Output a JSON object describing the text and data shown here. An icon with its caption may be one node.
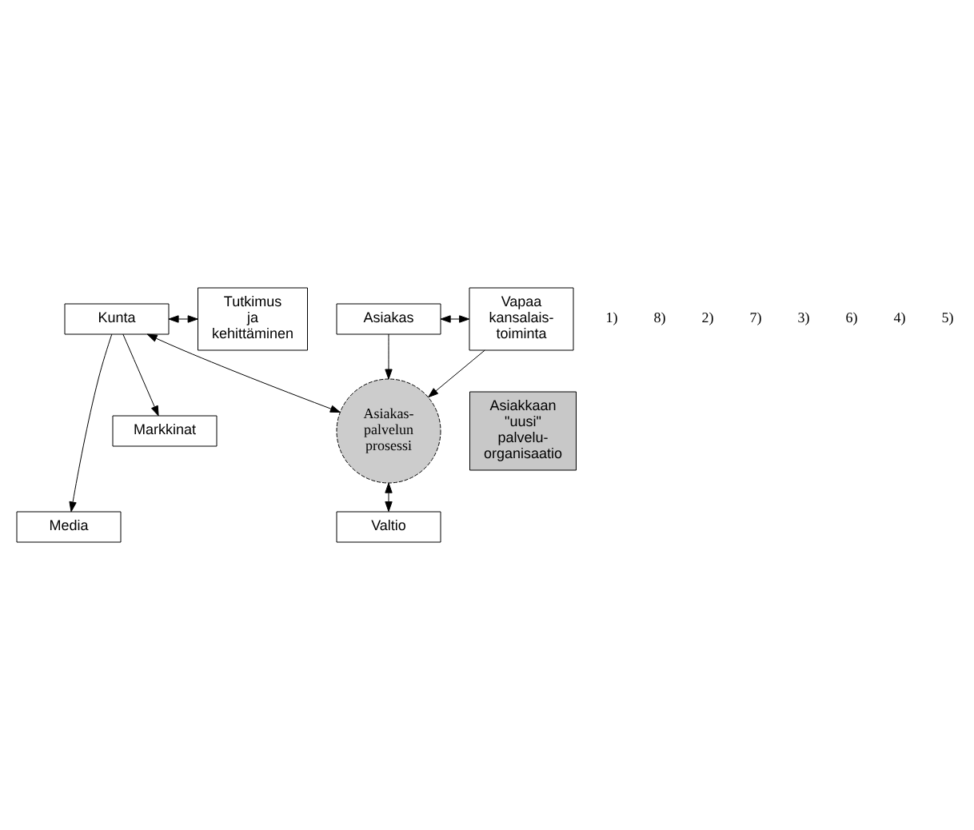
{
  "diagram": {
    "nodes": [
      {
        "text": [
          "Valtio"
        ]
      },
      {
        "text": [
          "Media"
        ]
      },
      {
        "text": [
          "Kunta"
        ]
      },
      {
        "text": [
          "Tutkimus ja kehittäminen"
        ]
      },
      {
        "text": [
          "Asiakkaan \"uusi\" palvelu- organisaatio"
        ]
      },
      {
        "text": [
          "Markkinat"
        ]
      },
      {
        "text": [
          "Asiakas- palvelun prosessi"
        ]
      },
      {
        "text": [
          "Asiakas"
        ]
      },
      {
        "text": [
          "Vapaa kansalais- toiminta"
        ]
      }
    ],
    "edges": [
      {
        "from": 6,
        "to": 0,
        "arrow": "both"
      },
      {
        "from": 2,
        "to": 3,
        "arrow": "both"
      },
      {
        "from": 2,
        "to": 6,
        "arrow": "both"
      },
      {
        "from": 2,
        "to": 1,
        "arrow": "to"
      },
      {
        "from": 2,
        "to": 5,
        "arrow": "to"
      },
      {
        "from": 7,
        "to": 8,
        "arrow": "both"
      },
      {
        "from": 7,
        "to": 6,
        "arrow": "to"
      },
      {
        "from": 8,
        "to": 6,
        "arrow": "to"
      }
    ],
    "labels": [
      "1)",
      "8)",
      "2)",
      "7)",
      "3)",
      "6)",
      "4)",
      "5)"
    ]
  }
}
